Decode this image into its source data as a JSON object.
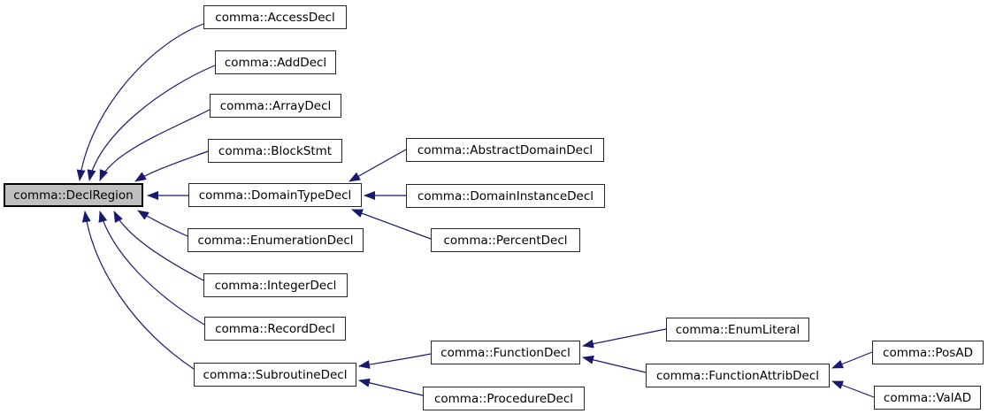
{
  "diagram": {
    "kind": "class-inheritance-graph",
    "colors": {
      "edge": "#191970",
      "node_fill": "#ffffff",
      "node_border": "#000000",
      "highlight_fill": "#bfbfbf",
      "background": "#ffffff"
    },
    "nodes": [
      {
        "id": "DeclRegion",
        "label": "comma::DeclRegion",
        "highlighted": true
      },
      {
        "id": "AccessDecl",
        "label": "comma::AccessDecl",
        "highlighted": false
      },
      {
        "id": "AddDecl",
        "label": "comma::AddDecl",
        "highlighted": false
      },
      {
        "id": "ArrayDecl",
        "label": "comma::ArrayDecl",
        "highlighted": false
      },
      {
        "id": "BlockStmt",
        "label": "comma::BlockStmt",
        "highlighted": false
      },
      {
        "id": "DomainTypeDecl",
        "label": "comma::DomainTypeDecl",
        "highlighted": false
      },
      {
        "id": "EnumerationDecl",
        "label": "comma::EnumerationDecl",
        "highlighted": false
      },
      {
        "id": "IntegerDecl",
        "label": "comma::IntegerDecl",
        "highlighted": false
      },
      {
        "id": "RecordDecl",
        "label": "comma::RecordDecl",
        "highlighted": false
      },
      {
        "id": "SubroutineDecl",
        "label": "comma::SubroutineDecl",
        "highlighted": false
      },
      {
        "id": "AbstractDomainDecl",
        "label": "comma::AbstractDomainDecl",
        "highlighted": false
      },
      {
        "id": "DomainInstanceDecl",
        "label": "comma::DomainInstanceDecl",
        "highlighted": false
      },
      {
        "id": "PercentDecl",
        "label": "comma::PercentDecl",
        "highlighted": false
      },
      {
        "id": "FunctionDecl",
        "label": "comma::FunctionDecl",
        "highlighted": false
      },
      {
        "id": "ProcedureDecl",
        "label": "comma::ProcedureDecl",
        "highlighted": false
      },
      {
        "id": "EnumLiteral",
        "label": "comma::EnumLiteral",
        "highlighted": false
      },
      {
        "id": "FunctionAttribDecl",
        "label": "comma::FunctionAttribDecl",
        "highlighted": false
      },
      {
        "id": "PosAD",
        "label": "comma::PosAD",
        "highlighted": false
      },
      {
        "id": "ValAD",
        "label": "comma::ValAD",
        "highlighted": false
      }
    ],
    "edges": [
      {
        "from": "AccessDecl",
        "to": "DeclRegion",
        "type": "inheritance"
      },
      {
        "from": "AddDecl",
        "to": "DeclRegion",
        "type": "inheritance"
      },
      {
        "from": "ArrayDecl",
        "to": "DeclRegion",
        "type": "inheritance"
      },
      {
        "from": "BlockStmt",
        "to": "DeclRegion",
        "type": "inheritance"
      },
      {
        "from": "DomainTypeDecl",
        "to": "DeclRegion",
        "type": "inheritance"
      },
      {
        "from": "EnumerationDecl",
        "to": "DeclRegion",
        "type": "inheritance"
      },
      {
        "from": "IntegerDecl",
        "to": "DeclRegion",
        "type": "inheritance"
      },
      {
        "from": "RecordDecl",
        "to": "DeclRegion",
        "type": "inheritance"
      },
      {
        "from": "SubroutineDecl",
        "to": "DeclRegion",
        "type": "inheritance"
      },
      {
        "from": "AbstractDomainDecl",
        "to": "DomainTypeDecl",
        "type": "inheritance"
      },
      {
        "from": "DomainInstanceDecl",
        "to": "DomainTypeDecl",
        "type": "inheritance"
      },
      {
        "from": "PercentDecl",
        "to": "DomainTypeDecl",
        "type": "inheritance"
      },
      {
        "from": "FunctionDecl",
        "to": "SubroutineDecl",
        "type": "inheritance"
      },
      {
        "from": "ProcedureDecl",
        "to": "SubroutineDecl",
        "type": "inheritance"
      },
      {
        "from": "EnumLiteral",
        "to": "FunctionDecl",
        "type": "inheritance"
      },
      {
        "from": "FunctionAttribDecl",
        "to": "FunctionDecl",
        "type": "inheritance"
      },
      {
        "from": "PosAD",
        "to": "FunctionAttribDecl",
        "type": "inheritance"
      },
      {
        "from": "ValAD",
        "to": "FunctionAttribDecl",
        "type": "inheritance"
      }
    ]
  }
}
